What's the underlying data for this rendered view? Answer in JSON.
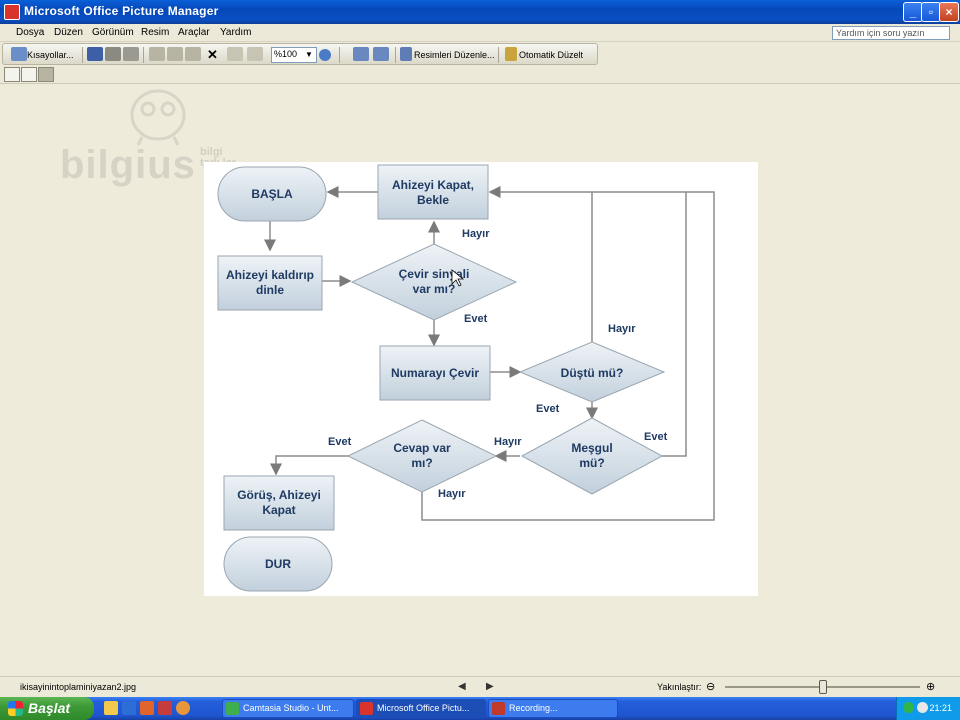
{
  "window": {
    "title": "Microsoft Office Picture Manager",
    "buttons": [
      "_",
      "▫",
      "×"
    ]
  },
  "menu": {
    "items": [
      "Dosya",
      "Düzen",
      "Görünüm",
      "Resim",
      "Araçlar",
      "Yardım"
    ],
    "help_placeholder": "Yardım için soru yazın"
  },
  "toolbar": {
    "shortcuts_label": "Kısayollar...",
    "zoom_value": "%100",
    "edit_pictures_label": "Resimleri Düzenle...",
    "auto_correct_label": "Otomatik Düzelt"
  },
  "watermark": {
    "brand": "bilgius",
    "sub_line1": "bilgi",
    "sub_line2": "tadı lar"
  },
  "flowchart": {
    "nodes": {
      "start": "BAŞLA",
      "lift": "Ahizeyi kaldırıp dinle",
      "hang": "Ahizeyi Kapat, Bekle",
      "dial_check": "Çevir sinyali var mı?",
      "dial": "Numarayı Çevir",
      "fell": "Düştü mü?",
      "busy": "Meşgul mü?",
      "answer": "Cevap var mı?",
      "talk": "Görüş, Ahizeyi Kapat",
      "end": "DUR"
    },
    "labels": {
      "no_top": "Hayır",
      "yes_dial": "Evet",
      "no_fell": "Hayır",
      "yes_fell": "Evet",
      "yes_busy": "Evet",
      "no_busy": "Hayır",
      "yes_answer": "Evet",
      "no_answer": "Hayır"
    }
  },
  "status": {
    "filename": "ikisayinintoplaminiyazan2.jpg",
    "zoom_label": "Yakınlaştır:",
    "zoom_fraction": 0.5
  },
  "taskbar": {
    "start_label": "Başlat",
    "tasks": [
      "Camtasia Studio - Unt...",
      "Microsoft Office Pictu...",
      "Recording..."
    ],
    "clock": "21:21"
  }
}
